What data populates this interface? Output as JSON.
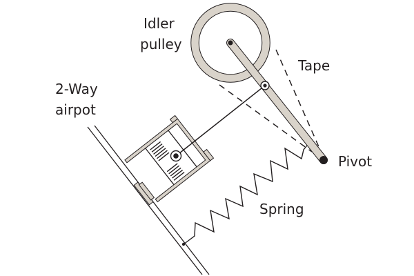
{
  "labels": {
    "idler_line1": "Idler",
    "idler_line2": "pulley",
    "tape": "Tape",
    "airpot_line1": "2-Way",
    "airpot_line2": "airpot",
    "pivot": "Pivot",
    "spring": "Spring"
  },
  "colors": {
    "ink": "#231f20",
    "part_fill": "#d9d3ca",
    "background": "#ffffff"
  }
}
